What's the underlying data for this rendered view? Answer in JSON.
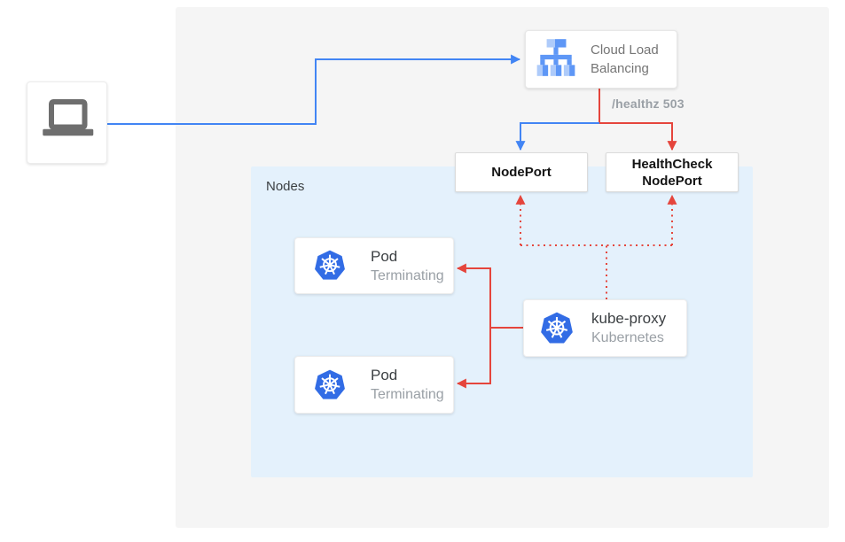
{
  "colors": {
    "blue_line": "#4285F4",
    "red_line": "#E5453C",
    "outer_bg": "#F5F5F5",
    "nodes_bg": "#E4F1FC",
    "k8s_blue": "#326CE5",
    "icon_med": "#5E97F6",
    "icon_light": "#AECBFA"
  },
  "nodes_panel": {
    "label": "Nodes"
  },
  "cloud_load_balancing": {
    "label": "Cloud Load Balancing"
  },
  "healthz_label": "/healthz 503",
  "nodeport": {
    "label": "NodePort"
  },
  "healthcheck_nodeport": {
    "label": "HealthCheck NodePort"
  },
  "pods": [
    {
      "title": "Pod",
      "subtitle": "Terminating"
    },
    {
      "title": "Pod",
      "subtitle": "Terminating"
    }
  ],
  "kube_proxy": {
    "title": "kube-proxy",
    "subtitle": "Kubernetes"
  }
}
